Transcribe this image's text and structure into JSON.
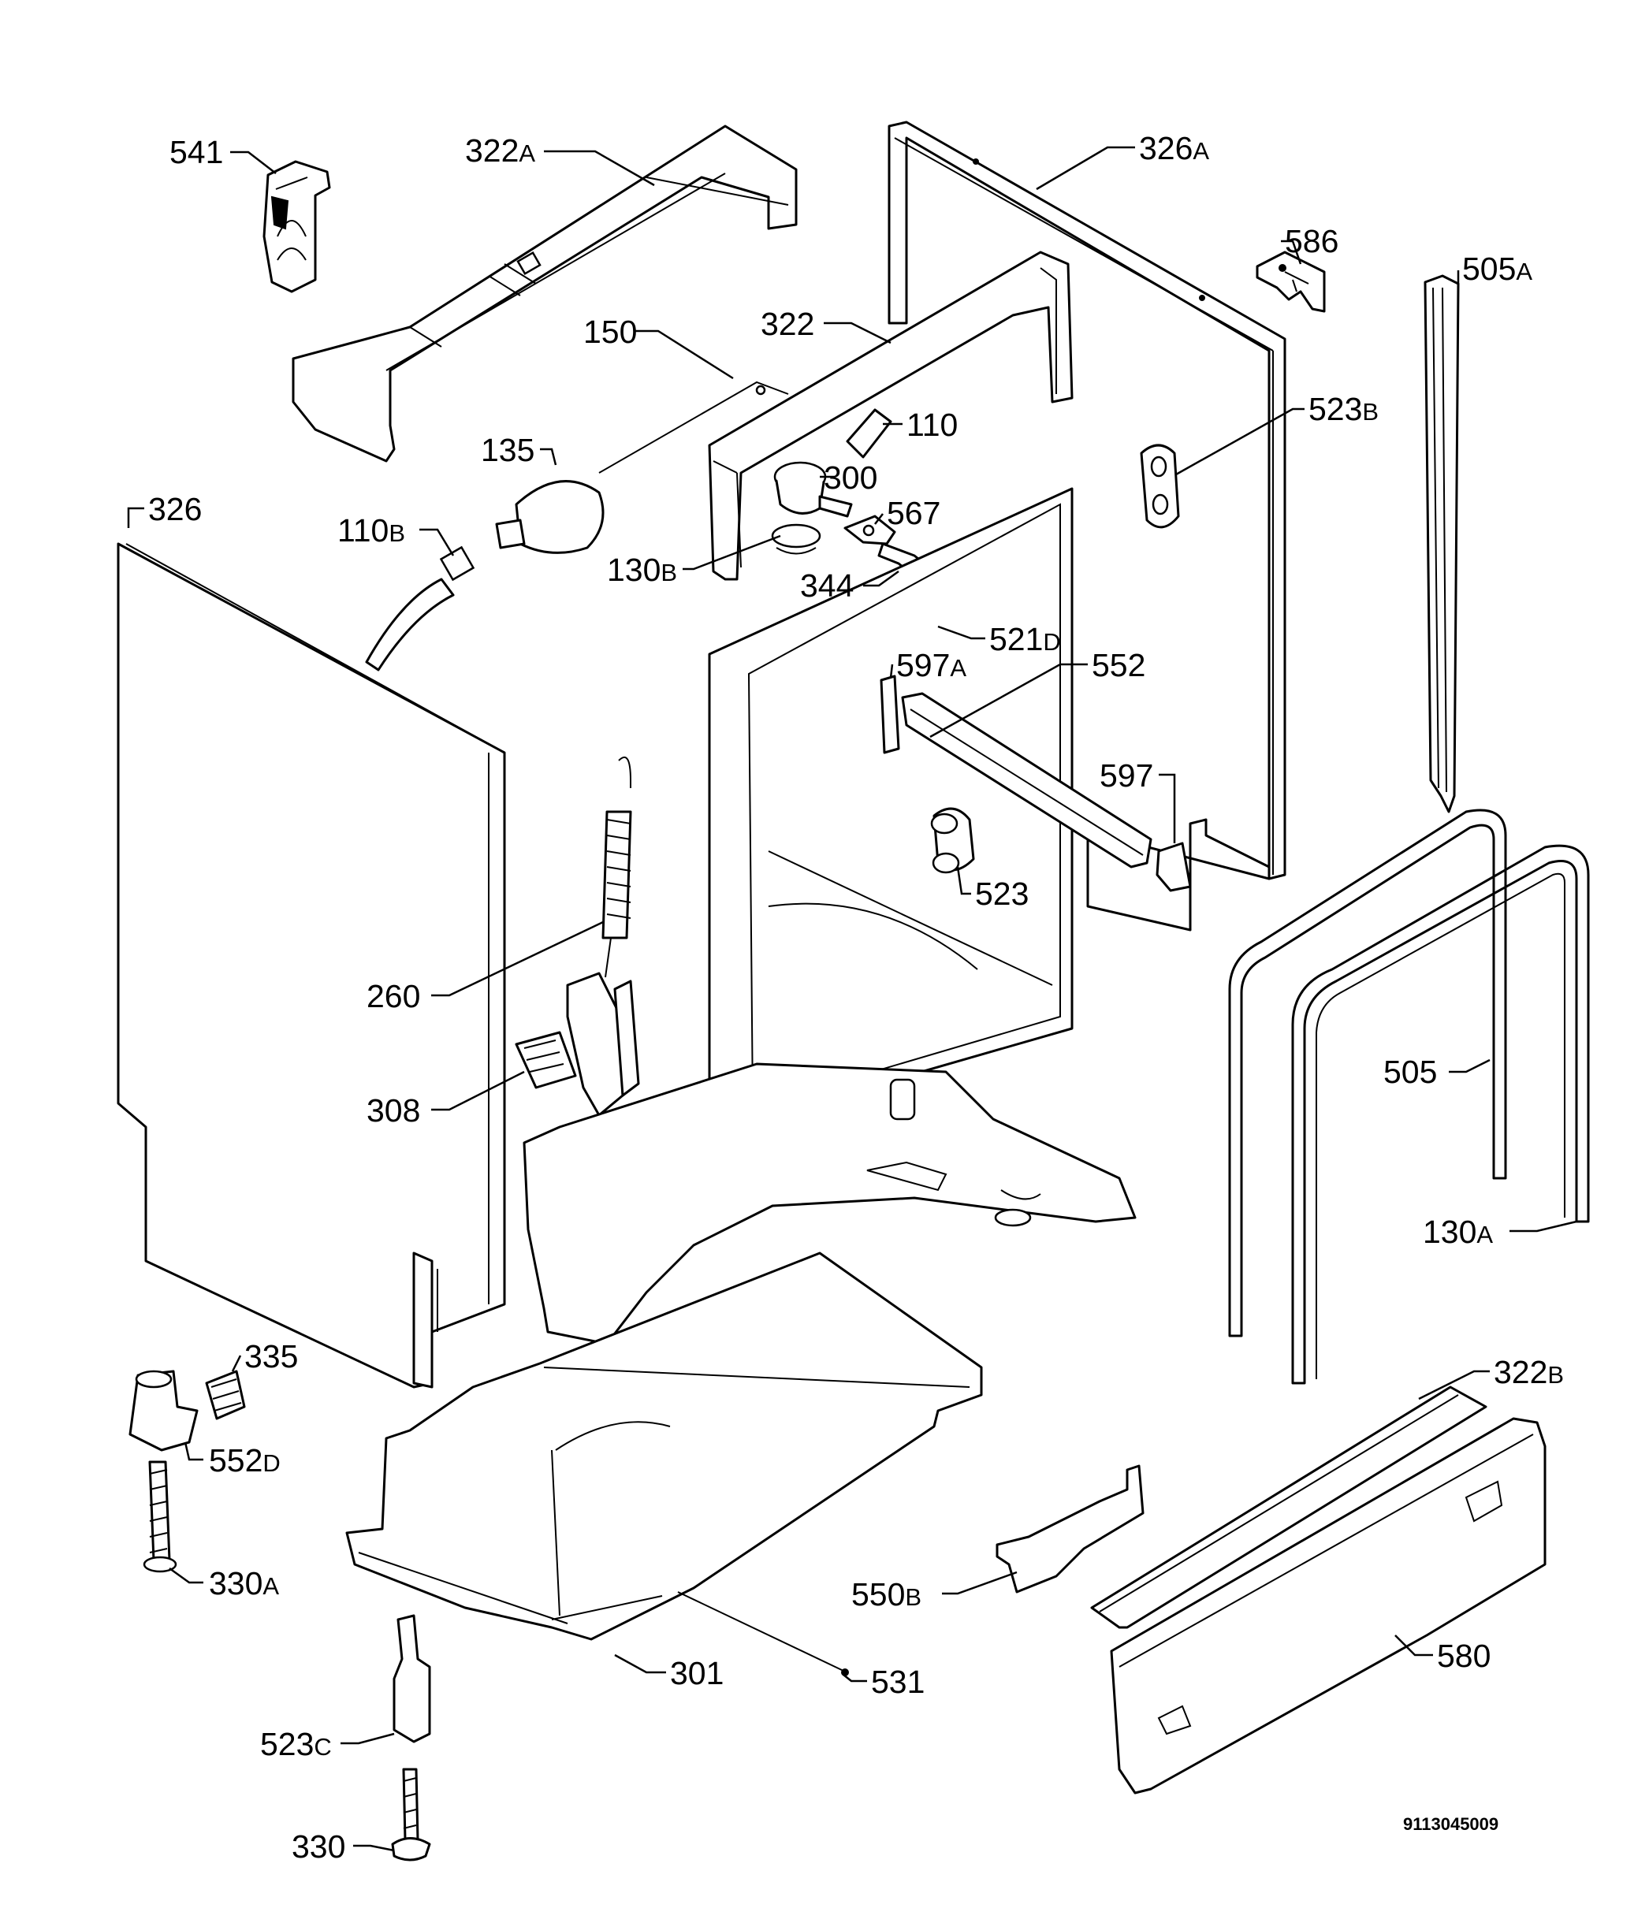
{
  "diagram": {
    "document_code": "9113045009",
    "labels": [
      {
        "id": "541",
        "num": "541",
        "suffix": ""
      },
      {
        "id": "322A",
        "num": "322",
        "suffix": "A"
      },
      {
        "id": "326A",
        "num": "326",
        "suffix": "A"
      },
      {
        "id": "586",
        "num": "586",
        "suffix": ""
      },
      {
        "id": "505A",
        "num": "505",
        "suffix": "A"
      },
      {
        "id": "150",
        "num": "150",
        "suffix": ""
      },
      {
        "id": "322",
        "num": "322",
        "suffix": ""
      },
      {
        "id": "110",
        "num": "110",
        "suffix": ""
      },
      {
        "id": "523B",
        "num": "523",
        "suffix": "B"
      },
      {
        "id": "135",
        "num": "135",
        "suffix": ""
      },
      {
        "id": "300",
        "num": "300",
        "suffix": ""
      },
      {
        "id": "326",
        "num": "326",
        "suffix": ""
      },
      {
        "id": "567",
        "num": "567",
        "suffix": ""
      },
      {
        "id": "110B",
        "num": "110",
        "suffix": "B"
      },
      {
        "id": "130B",
        "num": "130",
        "suffix": "B"
      },
      {
        "id": "344",
        "num": "344",
        "suffix": ""
      },
      {
        "id": "521D",
        "num": "521",
        "suffix": "D"
      },
      {
        "id": "597A",
        "num": "597",
        "suffix": "A"
      },
      {
        "id": "552",
        "num": "552",
        "suffix": ""
      },
      {
        "id": "597",
        "num": "597",
        "suffix": ""
      },
      {
        "id": "523",
        "num": "523",
        "suffix": ""
      },
      {
        "id": "260",
        "num": "260",
        "suffix": ""
      },
      {
        "id": "505",
        "num": "505",
        "suffix": ""
      },
      {
        "id": "308",
        "num": "308",
        "suffix": ""
      },
      {
        "id": "130A",
        "num": "130",
        "suffix": "A"
      },
      {
        "id": "335",
        "num": "335",
        "suffix": ""
      },
      {
        "id": "322B",
        "num": "322",
        "suffix": "B"
      },
      {
        "id": "552D",
        "num": "552",
        "suffix": "D"
      },
      {
        "id": "330A",
        "num": "330",
        "suffix": "A"
      },
      {
        "id": "550B",
        "num": "550",
        "suffix": "B"
      },
      {
        "id": "580",
        "num": "580",
        "suffix": ""
      },
      {
        "id": "301",
        "num": "301",
        "suffix": ""
      },
      {
        "id": "531",
        "num": "531",
        "suffix": ""
      },
      {
        "id": "523C",
        "num": "523",
        "suffix": "C"
      },
      {
        "id": "330",
        "num": "330",
        "suffix": ""
      }
    ]
  }
}
